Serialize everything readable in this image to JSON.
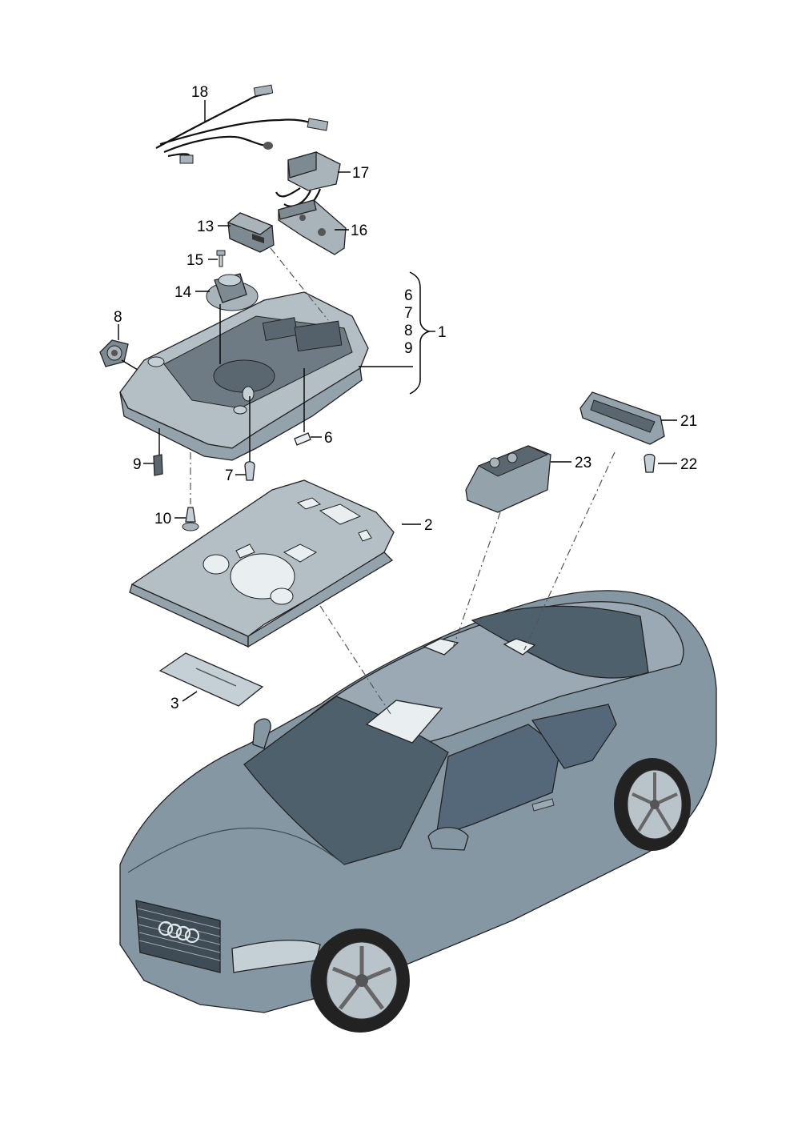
{
  "callouts": {
    "n18": "18",
    "n17": "17",
    "n16": "16",
    "n13": "13",
    "n15": "15",
    "n14": "14",
    "n8": "8",
    "n9a": "9",
    "n7a": "7",
    "n6a": "6",
    "n10": "10",
    "n2": "2",
    "n3": "3",
    "n21": "21",
    "n22": "22",
    "n23": "23",
    "n1": "1",
    "bracket_6": "6",
    "bracket_7": "7",
    "bracket_8": "8",
    "bracket_9": "9"
  },
  "colors": {
    "part_fill": "#a8b3ba",
    "part_dark": "#7d8a92",
    "car_body": "#8597a3",
    "car_dark": "#5a6d79",
    "glass": "#4d606b",
    "lens": "#e9eef0"
  }
}
